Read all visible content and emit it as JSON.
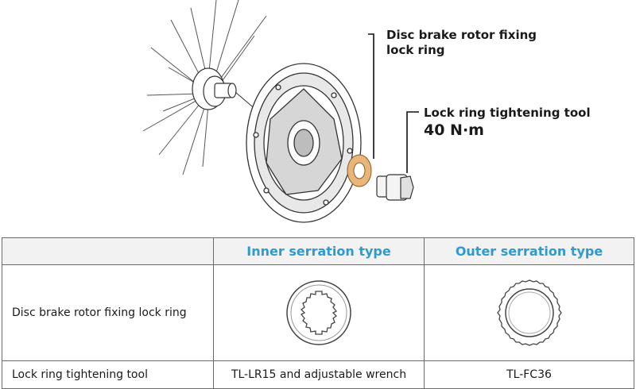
{
  "callouts": {
    "lock_ring_line1": "Disc brake rotor fixing",
    "lock_ring_line2": "lock ring",
    "tool_label": "Lock ring tightening tool",
    "torque": "40 N·m"
  },
  "table": {
    "headers": [
      "",
      "Inner serration type",
      "Outer serration type"
    ],
    "rows": [
      {
        "label": "Disc brake rotor fixing lock ring",
        "inner": "",
        "outer": ""
      },
      {
        "label": "Lock ring tightening tool",
        "inner": "TL-LR15 and adjustable wrench",
        "outer": "TL-FC36"
      }
    ]
  },
  "colors": {
    "header_text": "#2e9ad0",
    "lock_ring": "#e8b678"
  }
}
